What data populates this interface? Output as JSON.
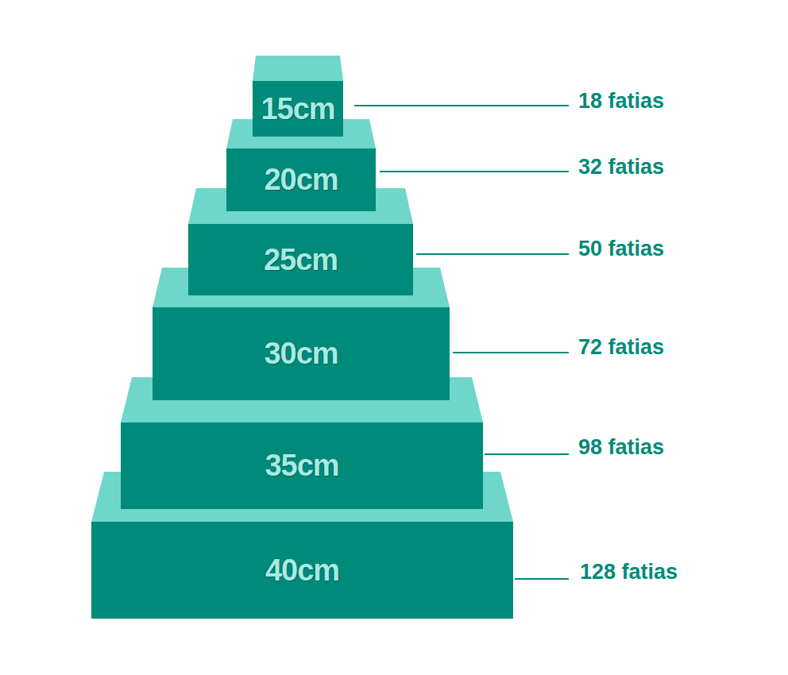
{
  "diagram": {
    "nodes": [
      {
        "text": [
          "15cm"
        ]
      },
      {
        "text": [
          "20cm"
        ]
      },
      {
        "text": [
          "25cm"
        ]
      },
      {
        "text": [
          "30cm"
        ]
      },
      {
        "text": [
          "35cm"
        ]
      },
      {
        "text": [
          "40cm"
        ]
      }
    ],
    "labels": [
      "18 fatias",
      "32 fatias",
      "50 fatias",
      "72 fatias",
      "98 fatias",
      "128 fatias"
    ]
  }
}
